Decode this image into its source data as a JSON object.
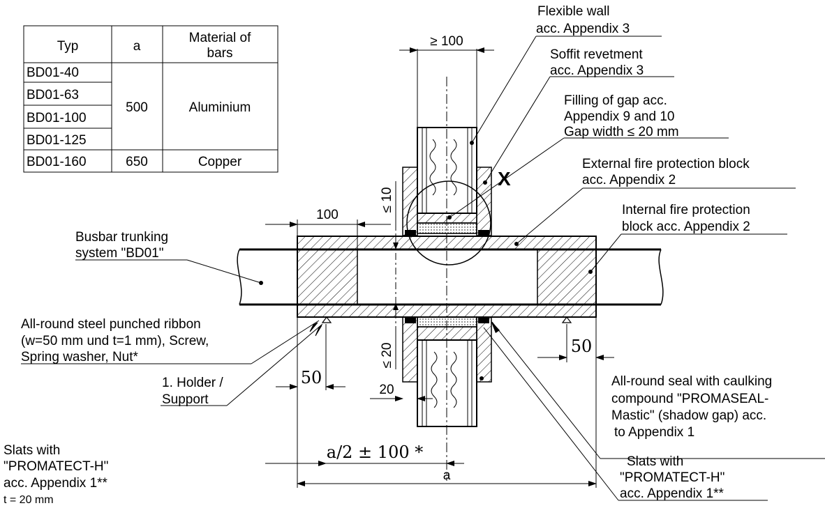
{
  "table": {
    "headers": [
      "Typ",
      "a",
      "Material of bars"
    ],
    "rows": [
      [
        "BD01-40",
        "500",
        "Aluminium"
      ],
      [
        "BD01-63",
        "500",
        "Aluminium"
      ],
      [
        "BD01-100",
        "500",
        "Aluminium"
      ],
      [
        "BD01-125",
        "500",
        "Aluminium"
      ],
      [
        "BD01-160",
        "650",
        "Copper"
      ]
    ]
  },
  "labels": {
    "flexible_wall_1": "Flexible wall",
    "flexible_wall_2": "acc. Appendix 3",
    "soffit_1": "Soffit revetment",
    "soffit_2": "acc. Appendix 3",
    "filling_1": "Filling of gap acc.",
    "filling_2": "Appendix 9 and 10",
    "filling_3": "Gap width ≤ 20 mm",
    "external_1": "External fire protection block",
    "external_2": "acc. Appendix 2",
    "internal_1": "Internal fire protection",
    "internal_2": "block acc. Appendix 2",
    "busbar_1": "Busbar trunking",
    "busbar_2": "system \"BD01\"",
    "ribbon_1": "All-round steel punched ribbon",
    "ribbon_2": "(w=50 mm und t=1 mm), Screw,",
    "ribbon_3": "Spring washer, Nut*",
    "holder_1": "1. Holder /",
    "holder_2": "Support",
    "seal_1": "All-round seal with caulking",
    "seal_2": "compound \"PROMASEAL-",
    "seal_3": "Mastic\" (shadow gap) acc.",
    "seal_4": "to Appendix 1",
    "slats_left_1": "Slats with",
    "slats_left_2": "\"PROMATECT-H\"",
    "slats_left_3": "acc. Appendix 1**",
    "slats_left_4": "t = 20 mm",
    "slats_right_1": "Slats with",
    "slats_right_2": "\"PROMATECT-H\"",
    "slats_right_3": "acc. Appendix 1**",
    "detail_marker": "X"
  },
  "dimensions": {
    "wall_thickness": "≥ 100",
    "top_gap": "≤ 10",
    "block_overhang": "100",
    "bottom_gap": "≤ 20",
    "slat_width": "20",
    "holder_left": "50",
    "holder_right": "50",
    "half_a": "a/2 ± 100 *",
    "a": "a"
  }
}
